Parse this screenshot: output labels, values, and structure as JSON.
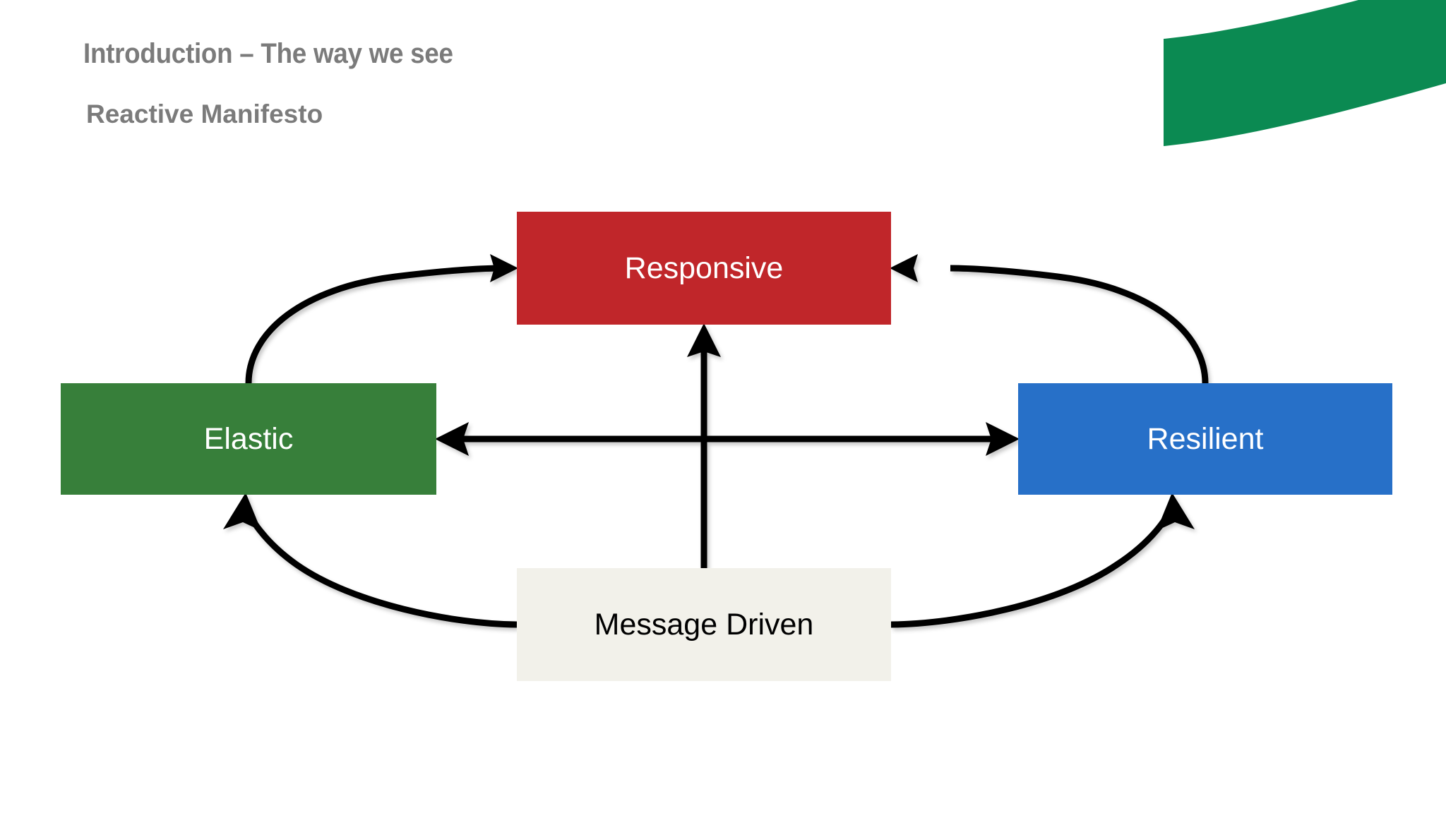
{
  "slide": {
    "background_color": "#ffffff",
    "title": {
      "line1": "Introduction – The way we see",
      "line2": "Reactive Manifesto",
      "color": "#7b7b7b"
    },
    "decoration": {
      "name": "green-ribbon-shape",
      "color": "#0b8a52"
    }
  },
  "chart_data": {
    "type": "diagram",
    "title": "Reactive Manifesto",
    "nodes": [
      {
        "id": "responsive",
        "label": "Responsive",
        "fill": "#c0262a",
        "text_color": "#ffffff",
        "position": "top-center"
      },
      {
        "id": "elastic",
        "label": "Elastic",
        "fill": "#377f3a",
        "text_color": "#ffffff",
        "position": "left"
      },
      {
        "id": "resilient",
        "label": "Resilient",
        "fill": "#2770c8",
        "text_color": "#ffffff",
        "position": "right"
      },
      {
        "id": "message-driven",
        "label": "Message Driven",
        "fill": "#f2f1ea",
        "text_color": "#000000",
        "position": "bottom-center"
      }
    ],
    "edges": [
      {
        "from": "elastic",
        "to": "responsive",
        "style": "curved",
        "arrow": "single"
      },
      {
        "from": "resilient",
        "to": "responsive",
        "style": "curved",
        "arrow": "single"
      },
      {
        "from": "elastic",
        "to": "resilient",
        "style": "straight",
        "arrow": "double"
      },
      {
        "from": "message-driven",
        "to": "responsive",
        "style": "straight",
        "arrow": "single"
      },
      {
        "from": "message-driven",
        "to": "elastic",
        "style": "curved",
        "arrow": "single"
      },
      {
        "from": "message-driven",
        "to": "resilient",
        "style": "curved",
        "arrow": "single"
      }
    ],
    "edge_color": "#000000",
    "legend": [],
    "annotations": []
  }
}
